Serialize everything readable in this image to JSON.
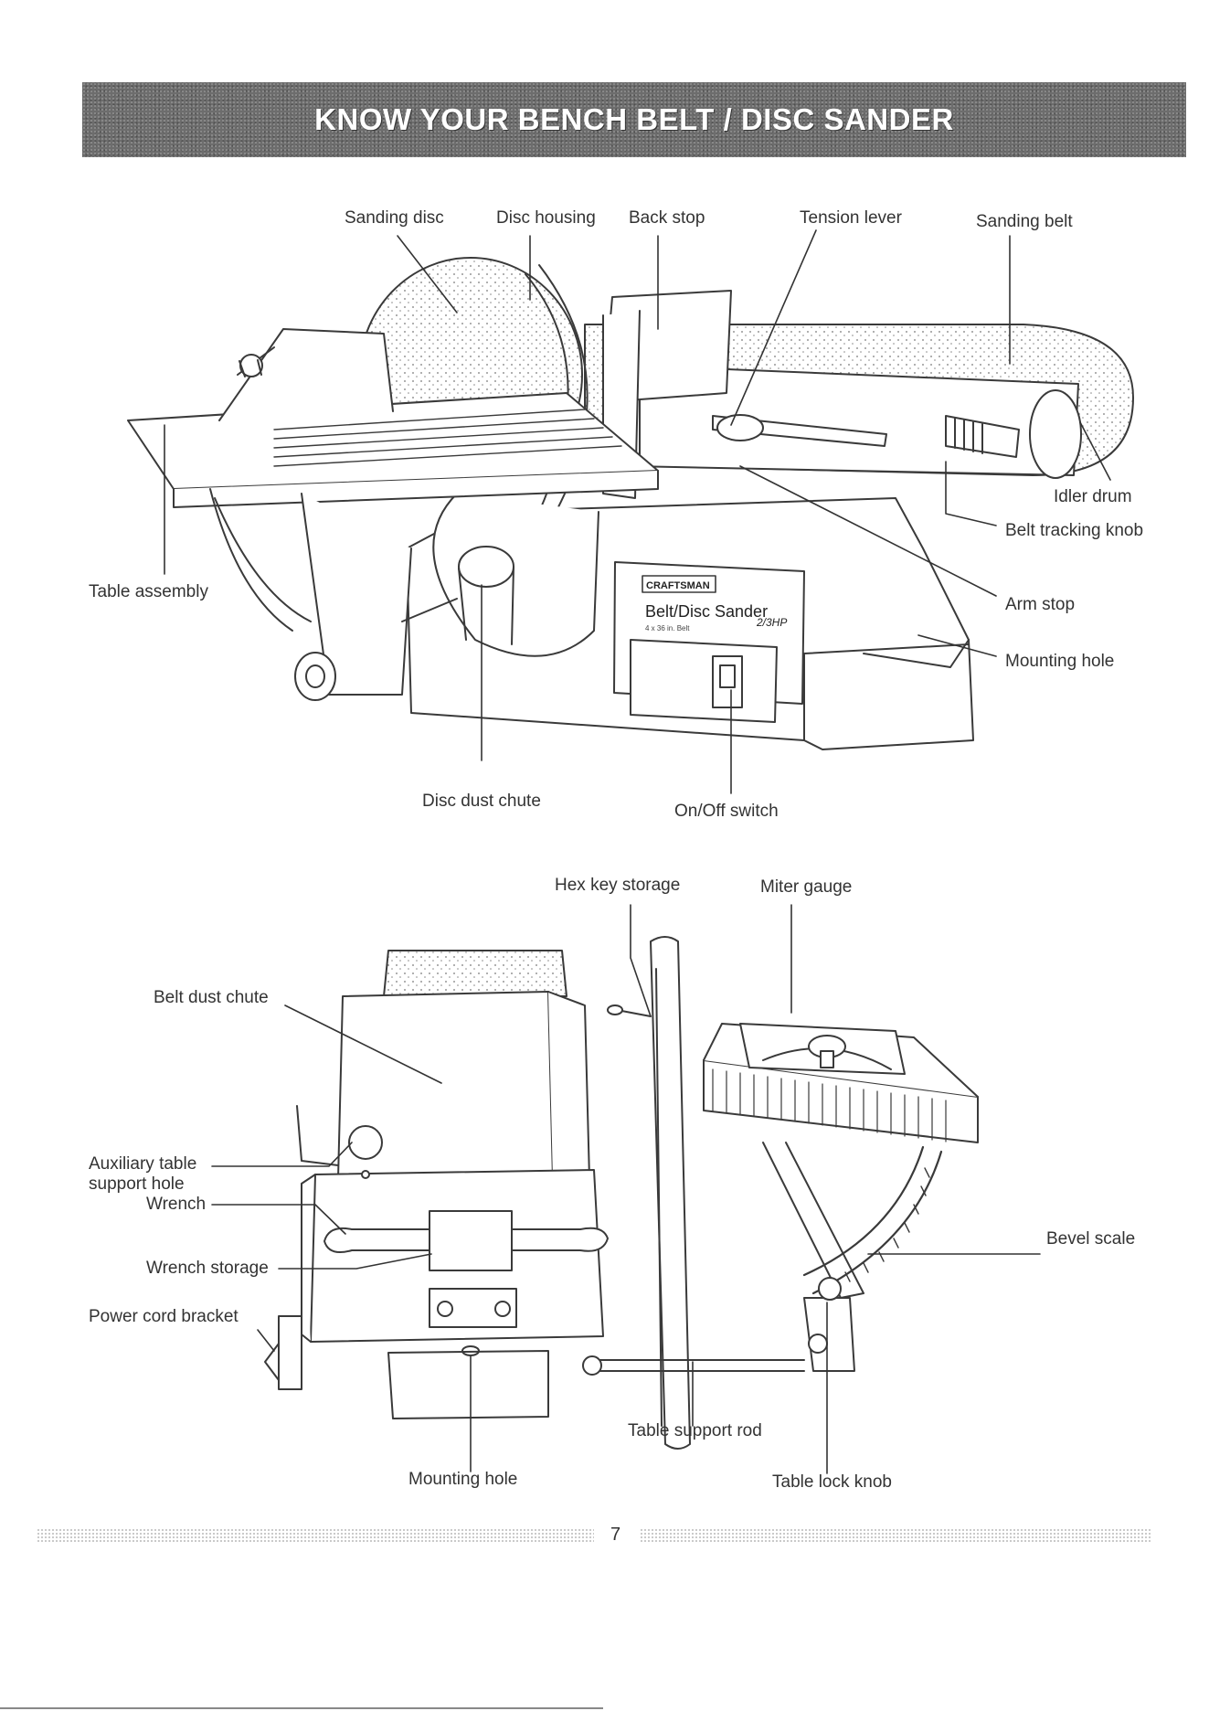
{
  "header": {
    "title": "KNOW YOUR BENCH BELT / DISC SANDER"
  },
  "top_view": {
    "labels": {
      "sanding_disc": "Sanding disc",
      "disc_housing": "Disc housing",
      "back_stop": "Back stop",
      "tension_lever": "Tension lever",
      "sanding_belt": "Sanding belt",
      "idler_drum": "Idler drum",
      "belt_tracking_knob": "Belt tracking knob",
      "table_assembly": "Table assembly",
      "arm_stop": "Arm stop",
      "mounting_hole": "Mounting hole",
      "disc_dust_chute": "Disc dust chute",
      "on_off_switch": "On/Off switch"
    },
    "nameplate": {
      "brand": "CRAFTSMAN",
      "product": "Belt/Disc Sander",
      "power": "2/3HP",
      "spec": "4 x 36 in. Belt"
    }
  },
  "bottom_view": {
    "labels": {
      "hex_key_storage": "Hex key storage",
      "miter_gauge": "Miter gauge",
      "belt_dust_chute": "Belt dust chute",
      "auxiliary_table_support_hole": "Auxiliary table support hole",
      "wrench": "Wrench",
      "wrench_storage": "Wrench storage",
      "power_cord_bracket": "Power cord bracket",
      "bevel_scale": "Bevel scale",
      "table_support_rod": "Table support rod",
      "mounting_hole": "Mounting hole",
      "table_lock_knob": "Table lock knob"
    }
  },
  "footer": {
    "page_number": "7"
  }
}
